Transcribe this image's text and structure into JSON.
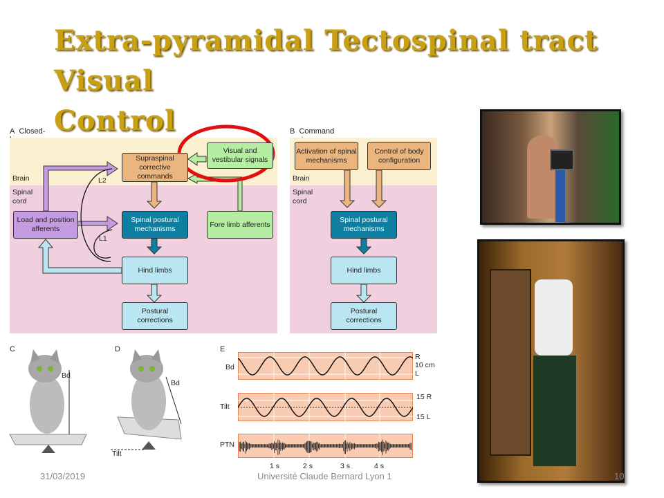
{
  "title": {
    "line1": "Extra-pyramidal Tectospinal tract  Visual",
    "line2": "Control"
  },
  "panelA": {
    "label": "A",
    "title": "Closed-loop control systems",
    "brain": "Brain",
    "spinal": "Spinal cord",
    "boxes": {
      "supraspinal": "Supraspinal corrective commands",
      "visual": "Visual and vestibular signals",
      "load": "Load and position afferents",
      "spinal_postural": "Spinal postural mechanisms",
      "fore_limb": "Fore limb afferents",
      "hind_limbs": "Hind limbs",
      "postural": "Postural corrections"
    },
    "loops": {
      "l1": "L1",
      "l2": "L2"
    }
  },
  "panelB": {
    "label": "B",
    "title": "Command systems",
    "brain": "Brain",
    "spinal": "Spinal cord",
    "boxes": {
      "activation": "Activation of spinal mechanisms",
      "control": "Control of body configuration",
      "spinal_postural": "Spinal postural mechanisms",
      "hind_limbs": "Hind limbs",
      "postural": "Postural corrections"
    }
  },
  "panelC": {
    "label": "C",
    "bd": "Bd"
  },
  "panelD": {
    "label": "D",
    "bd": "Bd",
    "tilt": "Tilt"
  },
  "panelE": {
    "label": "E",
    "bd": "Bd",
    "bd_right": [
      "R",
      "10 cm",
      "L"
    ],
    "tilt": "Tilt",
    "tilt_right": [
      "15 R",
      "15 L"
    ],
    "ptn": "PTN",
    "time_ticks": [
      "1 s",
      "2 s",
      "3 s",
      "4 s"
    ]
  },
  "colors": {
    "title": "#c9a012",
    "highlight": "#e01010"
  },
  "footer": {
    "date": "31/03/2019",
    "org": "Université Claude Bernard Lyon 1",
    "page": "10"
  }
}
